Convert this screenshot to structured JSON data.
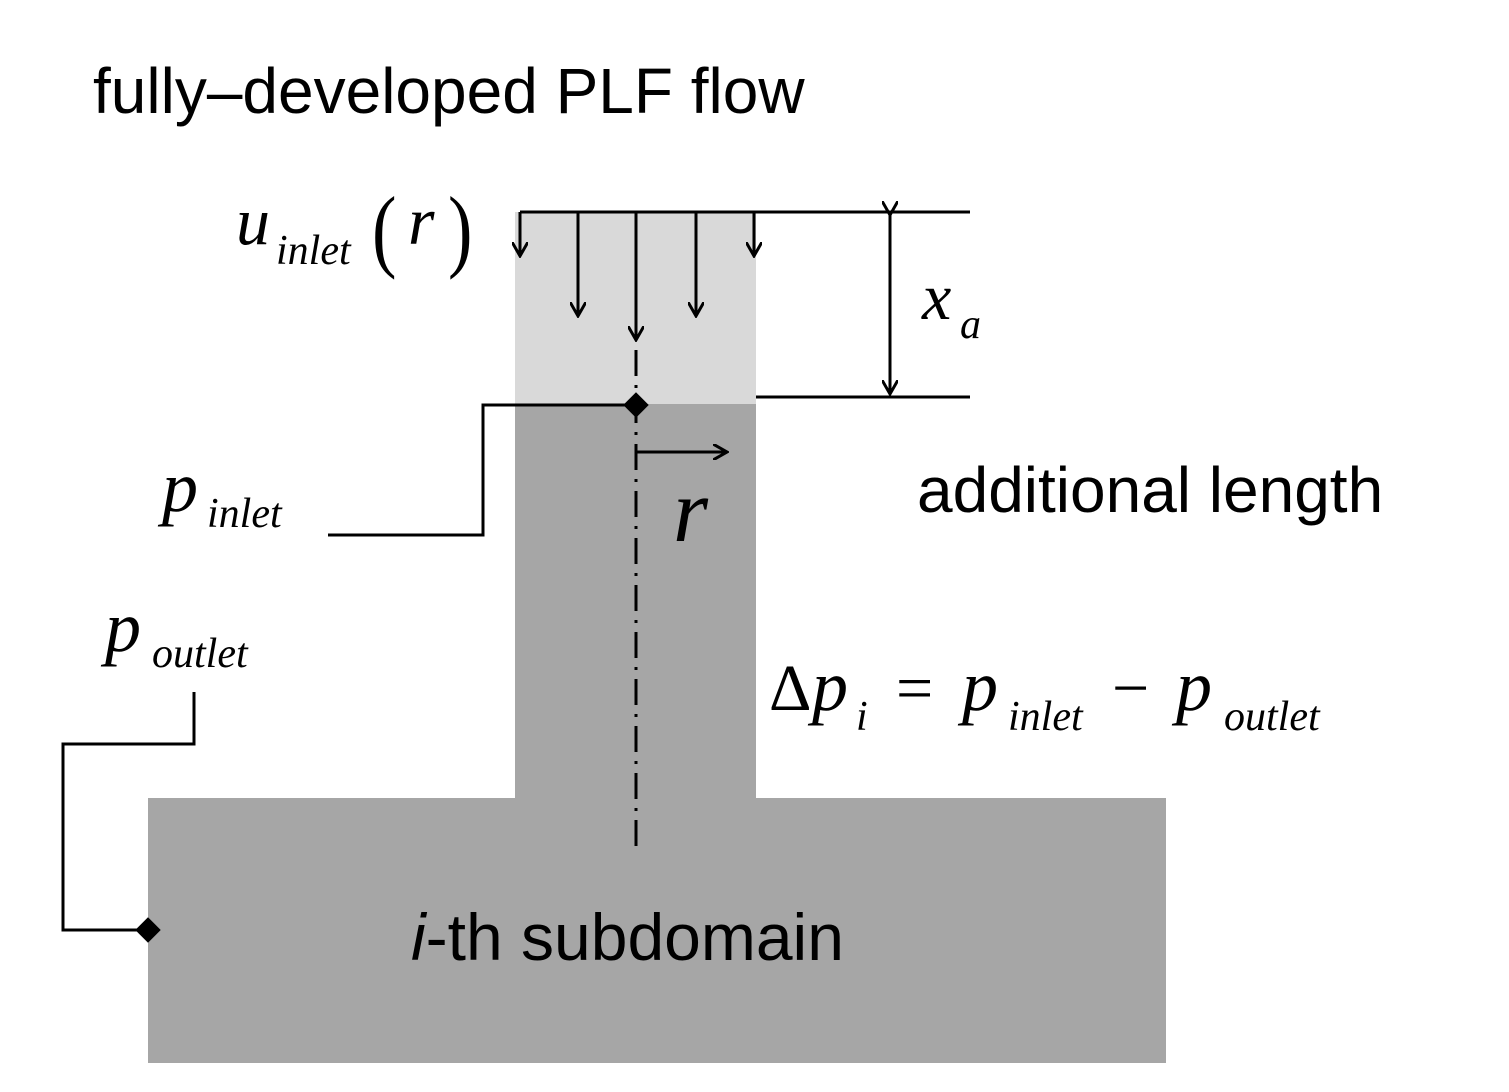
{
  "title": "fully–developed PLF flow",
  "annotation_additional_length": "additional length",
  "subdomain_label": {
    "italic_part": "i",
    "rest": "-th subdomain"
  },
  "symbols": {
    "u": "u",
    "inlet": "inlet",
    "r": "r",
    "open_paren": "(",
    "close_paren": ")",
    "x": "x",
    "a": "a",
    "p": "p",
    "outlet": "outlet",
    "delta": "Δ",
    "i": "i",
    "equals": "=",
    "minus": "−"
  },
  "colors": {
    "domain_fill": "#a6a6a6",
    "extension_fill": "#d9d9d9",
    "ink": "#000000"
  }
}
